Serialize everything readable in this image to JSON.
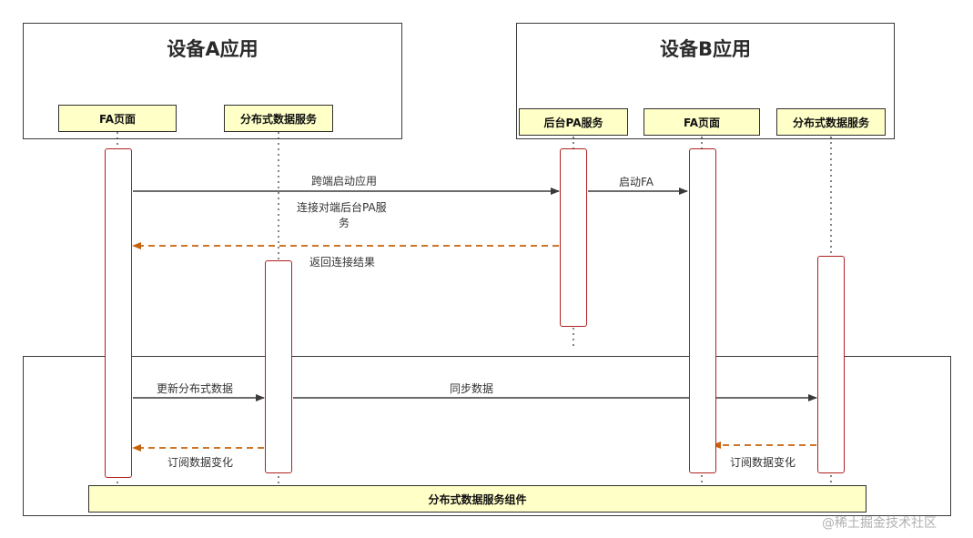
{
  "device_a": {
    "title": "设备A应用"
  },
  "device_b": {
    "title": "设备B应用"
  },
  "participants": {
    "a_fa": "FA页面",
    "a_dds": "分布式数据服务",
    "b_pa": "后台PA服务",
    "b_fa": "FA页面",
    "b_dds": "分布式数据服务"
  },
  "messages": {
    "m1": "跨端启动应用",
    "m2": "启动FA",
    "m3_line1": "连接对端后台PA服",
    "m3_line2": "务",
    "m4": "返回连接结果",
    "m5": "更新分布式数据",
    "m6": "同步数据",
    "m7": "订阅数据变化",
    "m8": "订阅数据变化"
  },
  "component": {
    "label": "分布式数据服务组件"
  },
  "watermark": "@稀土掘金技术社区",
  "colors": {
    "activation": "#b02020",
    "return_arrow": "#c8620a",
    "participant_fill": "#ffffc8"
  }
}
